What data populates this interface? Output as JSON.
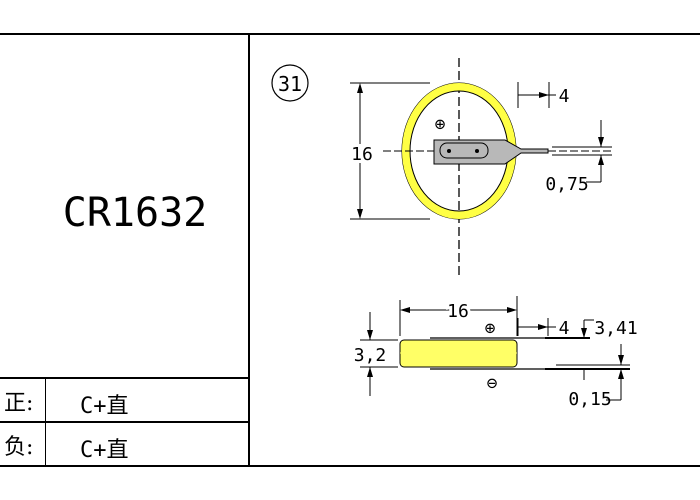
{
  "model": "CR1632",
  "rows": [
    {
      "label": "正:",
      "value": "C+直"
    },
    {
      "label": "负:",
      "value": "C+直"
    }
  ],
  "drawing": {
    "figure_number": "31",
    "top_view": {
      "diameter_label": "16",
      "tab_width_label": "4",
      "tab_thickness_label": "0,75",
      "positive_symbol": "⊕"
    },
    "side_view": {
      "diameter_label": "16",
      "height_label": "3,2",
      "tab_width_label": "4",
      "total_height_label": "3,41",
      "tab_thickness_label": "0,15",
      "positive_symbol": "⊕",
      "negative_symbol": "⊖"
    }
  },
  "colors": {
    "battery_body": "#ffff66",
    "tab": "#b8b8b8",
    "lines": "#000000"
  }
}
